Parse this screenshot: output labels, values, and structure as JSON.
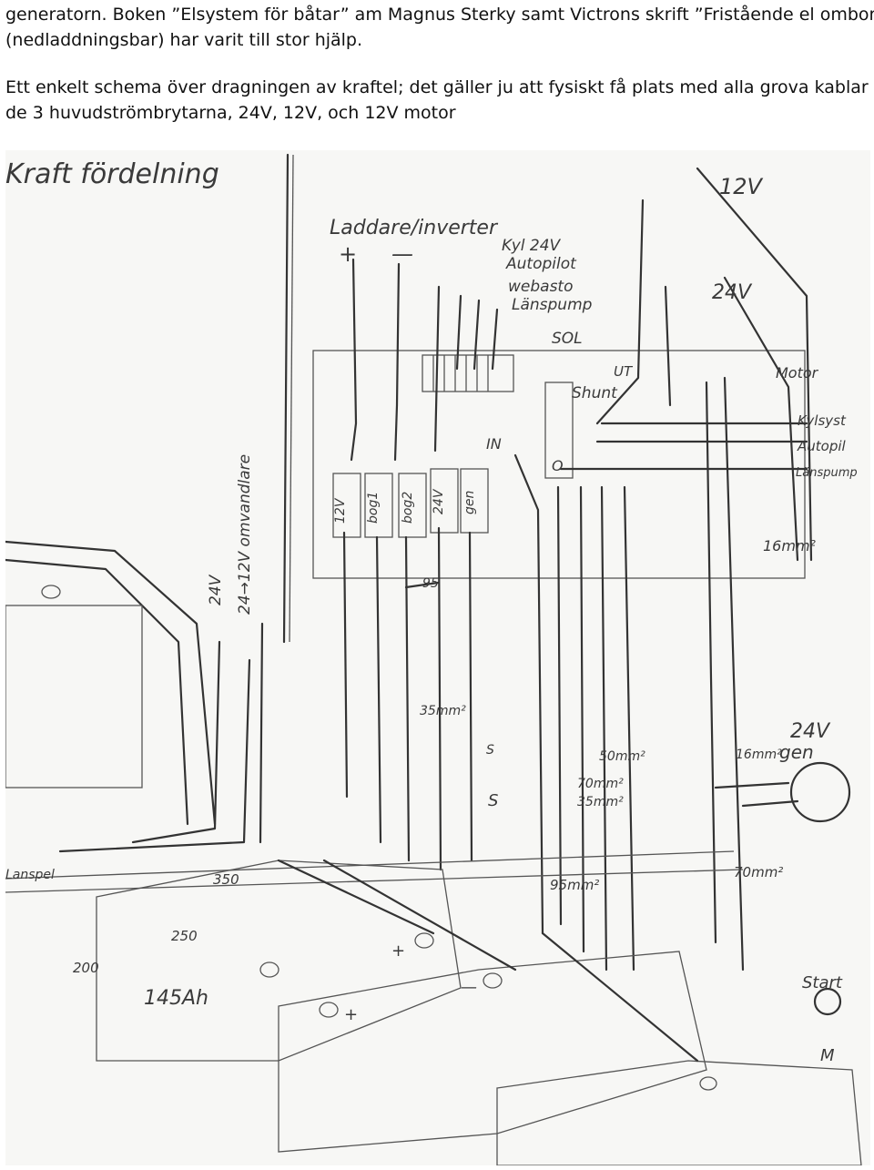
{
  "intro": {
    "line1": "generatorn. Boken ”Elsystem för båtar” am Magnus Sterky samt Victrons skrift ”Fristående el ombord”",
    "line2": "(nedladdningsbar) har varit till stor hjälp."
  },
  "description": {
    "line1": "Ett enkelt schema över dragningen av kraftel; det gäller ju att fysiskt få plats med alla grova kablar och",
    "line2": "de 3 huvudströmbrytarna, 24V, 12V, och 12V motor"
  },
  "sketch": {
    "title": "Kraft fördelning",
    "labels": {
      "laddare": "Laddare/inverter",
      "plus": "+",
      "minus": "—",
      "kyl24": "Kyl 24V",
      "autopilot": "Autopilot",
      "webasto": "webasto",
      "lanspump": "Länspump",
      "sol": "SOL",
      "shunt": "Shunt",
      "ut": "UT",
      "in": "IN",
      "v12top": "12V",
      "v24top": "24V",
      "motor": "Motor",
      "kylsyst": "Kylsyst",
      "autopil": "Autopil",
      "lanspump2": "Länspump",
      "mm16a": "16mm²",
      "f12v": "12V",
      "fbog1": "bog1",
      "fbog2": "bog2",
      "f24v": "24V",
      "fgen": "gen",
      "o": "O",
      "v24": "24V",
      "v24a12": "24→12V omvandlare",
      "mm95a": "95",
      "mm35a": "35mm²",
      "mm50": "50mm²",
      "mm70a": "70mm²",
      "mm35b": "35mm²",
      "s1": "S",
      "s2": "S",
      "gen24v": "24V",
      "gen": "gen",
      "mm16b": "16mm²",
      "mm95b": "95mm²",
      "mm70b": "70mm²",
      "n350": "350",
      "n250": "250",
      "n200": "200",
      "ah145": "145Ah",
      "bplus": "+",
      "bminus": "—",
      "bplus2": "+",
      "start": "Start",
      "m": "M",
      "lanspel": "Lanspel"
    }
  }
}
